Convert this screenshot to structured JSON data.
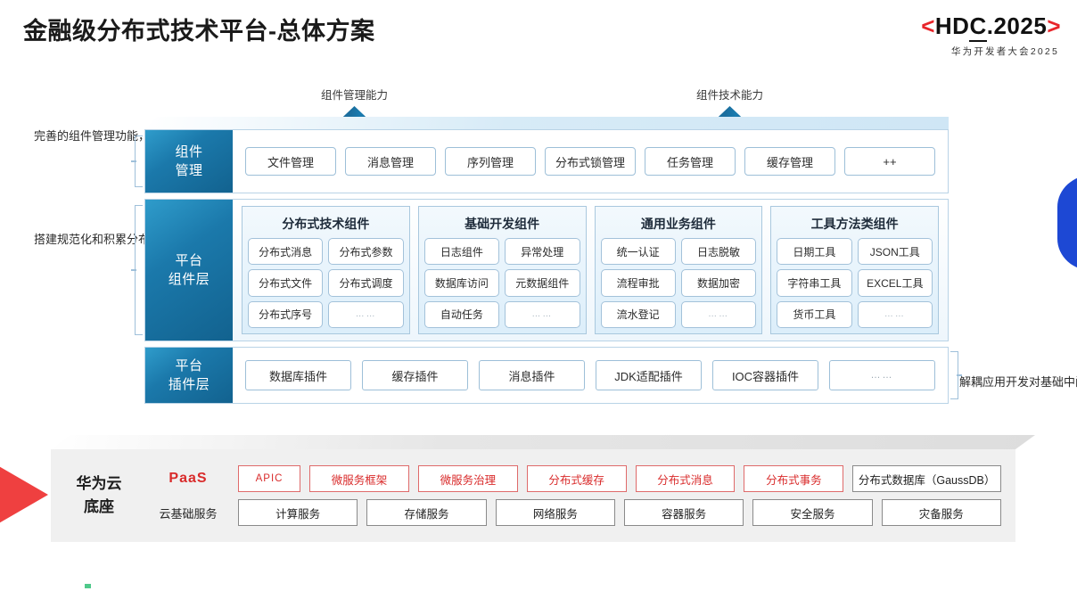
{
  "header": {
    "title": "金融级分布式技术平台-总体方案",
    "logo_bracket_left": "<",
    "logo_text_pre": "HD",
    "logo_text_underlined": "C",
    "logo_text_post": ".2025",
    "logo_bracket_right": ">",
    "logo_subtitle": "华为开发者大会2025"
  },
  "arrows": [
    {
      "label": "组件管理能力"
    },
    {
      "label": "组件技术能力"
    }
  ],
  "side_notes": {
    "left_top": "完善的组件管理功能，提供技术参数的全生命周期管理",
    "left_bottom": "搭建规范化和积累分布式技术组件、基础开发组件及通用业务组件",
    "right": "解耦应用开发对基础中间件及Java框架依赖"
  },
  "bands": {
    "management": {
      "label_line1": "组件",
      "label_line2": "管理",
      "items": [
        "文件管理",
        "消息管理",
        "序列管理",
        "分布式锁管理",
        "任务管理",
        "缓存管理",
        "++"
      ]
    },
    "component_layer": {
      "label_line1": "平台",
      "label_line2": "组件层",
      "groups": [
        {
          "title": "分布式技术组件",
          "rows": [
            [
              "分布式消息",
              "分布式参数"
            ],
            [
              "分布式文件",
              "分布式调度"
            ],
            [
              "分布式序号",
              "……"
            ]
          ]
        },
        {
          "title": "基础开发组件",
          "rows": [
            [
              "日志组件",
              "异常处理"
            ],
            [
              "数据库访问",
              "元数据组件"
            ],
            [
              "自动任务",
              "……"
            ]
          ]
        },
        {
          "title": "通用业务组件",
          "rows": [
            [
              "统一认证",
              "日志脱敏"
            ],
            [
              "流程审批",
              "数据加密"
            ],
            [
              "流水登记",
              "……"
            ]
          ]
        },
        {
          "title": "工具方法类组件",
          "rows": [
            [
              "日期工具",
              "JSON工具"
            ],
            [
              "字符串工具",
              "EXCEL工具"
            ],
            [
              "货币工具",
              "……"
            ]
          ]
        }
      ]
    },
    "plugin_layer": {
      "label_line1": "平台",
      "label_line2": "插件层",
      "items": [
        "数据库插件",
        "缓存插件",
        "消息插件",
        "JDK适配插件",
        "IOC容器插件",
        "……"
      ]
    }
  },
  "base": {
    "title_line1": "华为云",
    "title_line2": "底座",
    "paas_tag": "PaaS",
    "cloud_tag": "云基础服务",
    "paas_items": [
      "APIC",
      "微服务框架",
      "微服务治理",
      "分布式缓存",
      "分布式消息",
      "分布式事务",
      "分布式数据库（GaussDB）"
    ],
    "cloud_items": [
      "计算服务",
      "存储服务",
      "网络服务",
      "容器服务",
      "安全服务",
      "灾备服务"
    ]
  },
  "colors": {
    "accent_red": "#d92b2b",
    "accent_blue": "#12628f",
    "brand_blue": "#1d48d4",
    "brand_red": "#ef4040"
  }
}
